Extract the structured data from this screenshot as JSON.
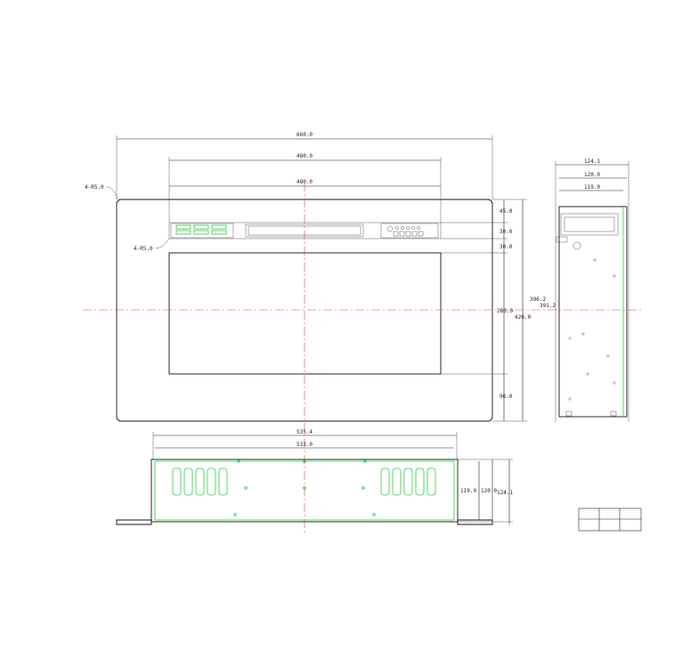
{
  "front_view": {
    "overall_width": "660.0",
    "opening_width_outer": "480.0",
    "opening_width_inner": "480.0",
    "corner_radius": "4-R5.0",
    "panel_corner_radius": "4-R5.0",
    "dim_top": "45.0",
    "dim_strip_1": "30.0",
    "dim_strip_2": "30.0",
    "dim_window_height": "280.0",
    "dim_height_total": "420.0",
    "dim_bottom": "96.0",
    "side_height_outer": "396.2",
    "side_height_inner": "391.2"
  },
  "side_view": {
    "depth_outer": "124.1",
    "depth_mid": "120.0",
    "depth_inner": "119.0"
  },
  "top_view": {
    "width_outer": "535.4",
    "width_inner": "533.0",
    "depth_inner": "119.0",
    "depth_mid": "120.0",
    "depth_outer": "124.1"
  },
  "title_block": {
    "rows": 2,
    "cols": 3
  },
  "colors": {
    "line": "#222222",
    "centerline": "#e0433a",
    "highlight": "#2ecc40"
  }
}
